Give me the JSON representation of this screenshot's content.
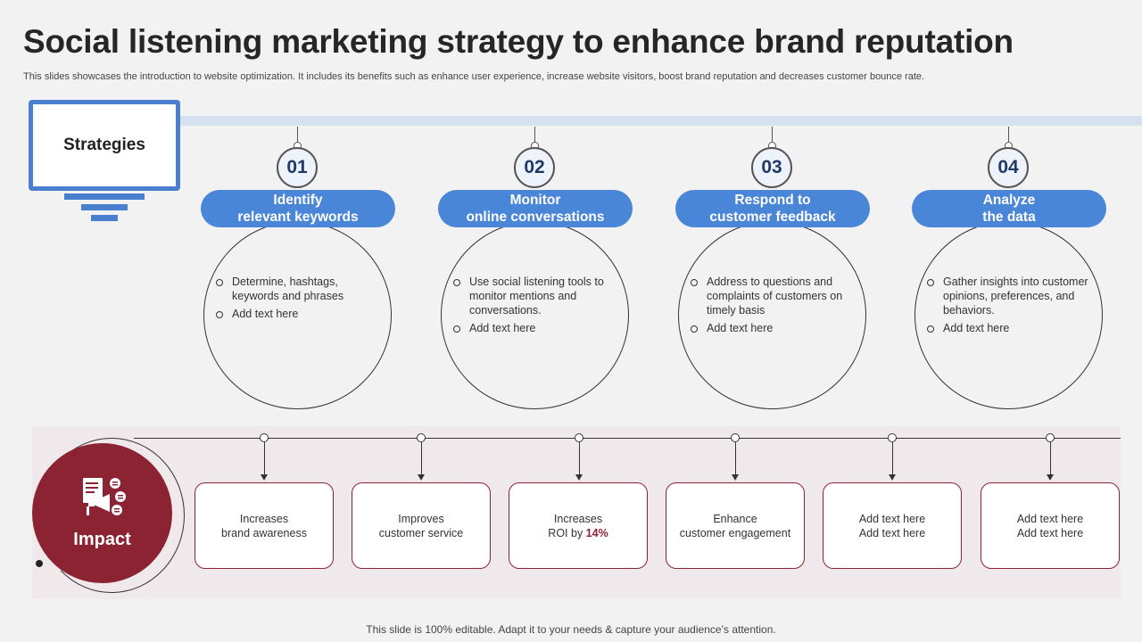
{
  "title": "Social listening marketing strategy to enhance brand reputation",
  "subtitle": "This slides showcases the introduction to website optimization. It includes its benefits such as enhance user experience, increase website visitors, boost brand reputation and decreases customer bounce rate.",
  "strategies_label": "Strategies",
  "strategies": [
    {
      "num": "01",
      "label": "Identify\nrelevant keywords",
      "bullets": [
        "Determine, hashtags, keywords and phrases",
        "Add text here"
      ]
    },
    {
      "num": "02",
      "label": "Monitor\nonline conversations",
      "bullets": [
        "Use social listening tools to monitor mentions and conversations.",
        "Add text here"
      ]
    },
    {
      "num": "03",
      "label": "Respond to\ncustomer feedback",
      "bullets": [
        "Address to questions and complaints of customers on timely basis",
        "Add text here"
      ]
    },
    {
      "num": "04",
      "label": "Analyze\nthe data",
      "bullets": [
        "Gather insights into customer opinions, preferences, and behaviors.",
        "Add text here"
      ]
    }
  ],
  "impact": {
    "label": "Impact",
    "icon": "presentation-megaphone-icon",
    "items": [
      {
        "line1": "Increases",
        "line2": "brand awareness"
      },
      {
        "line1": "Improves",
        "line2": "customer service"
      },
      {
        "line1": "Increases",
        "line2_prefix": "ROI by ",
        "line2_highlight": "14%"
      },
      {
        "line1": "Enhance",
        "line2": "customer engagement"
      },
      {
        "line1": "Add text here",
        "line2": "Add text here"
      },
      {
        "line1": "Add text here",
        "line2": "Add text here"
      }
    ]
  },
  "footer": "This slide is 100% editable. Adapt it to your needs & capture your audience’s attention.",
  "colors": {
    "blue": "#4a86d8",
    "maroon": "#8c2333",
    "light_blue": "#d6e1ef"
  }
}
